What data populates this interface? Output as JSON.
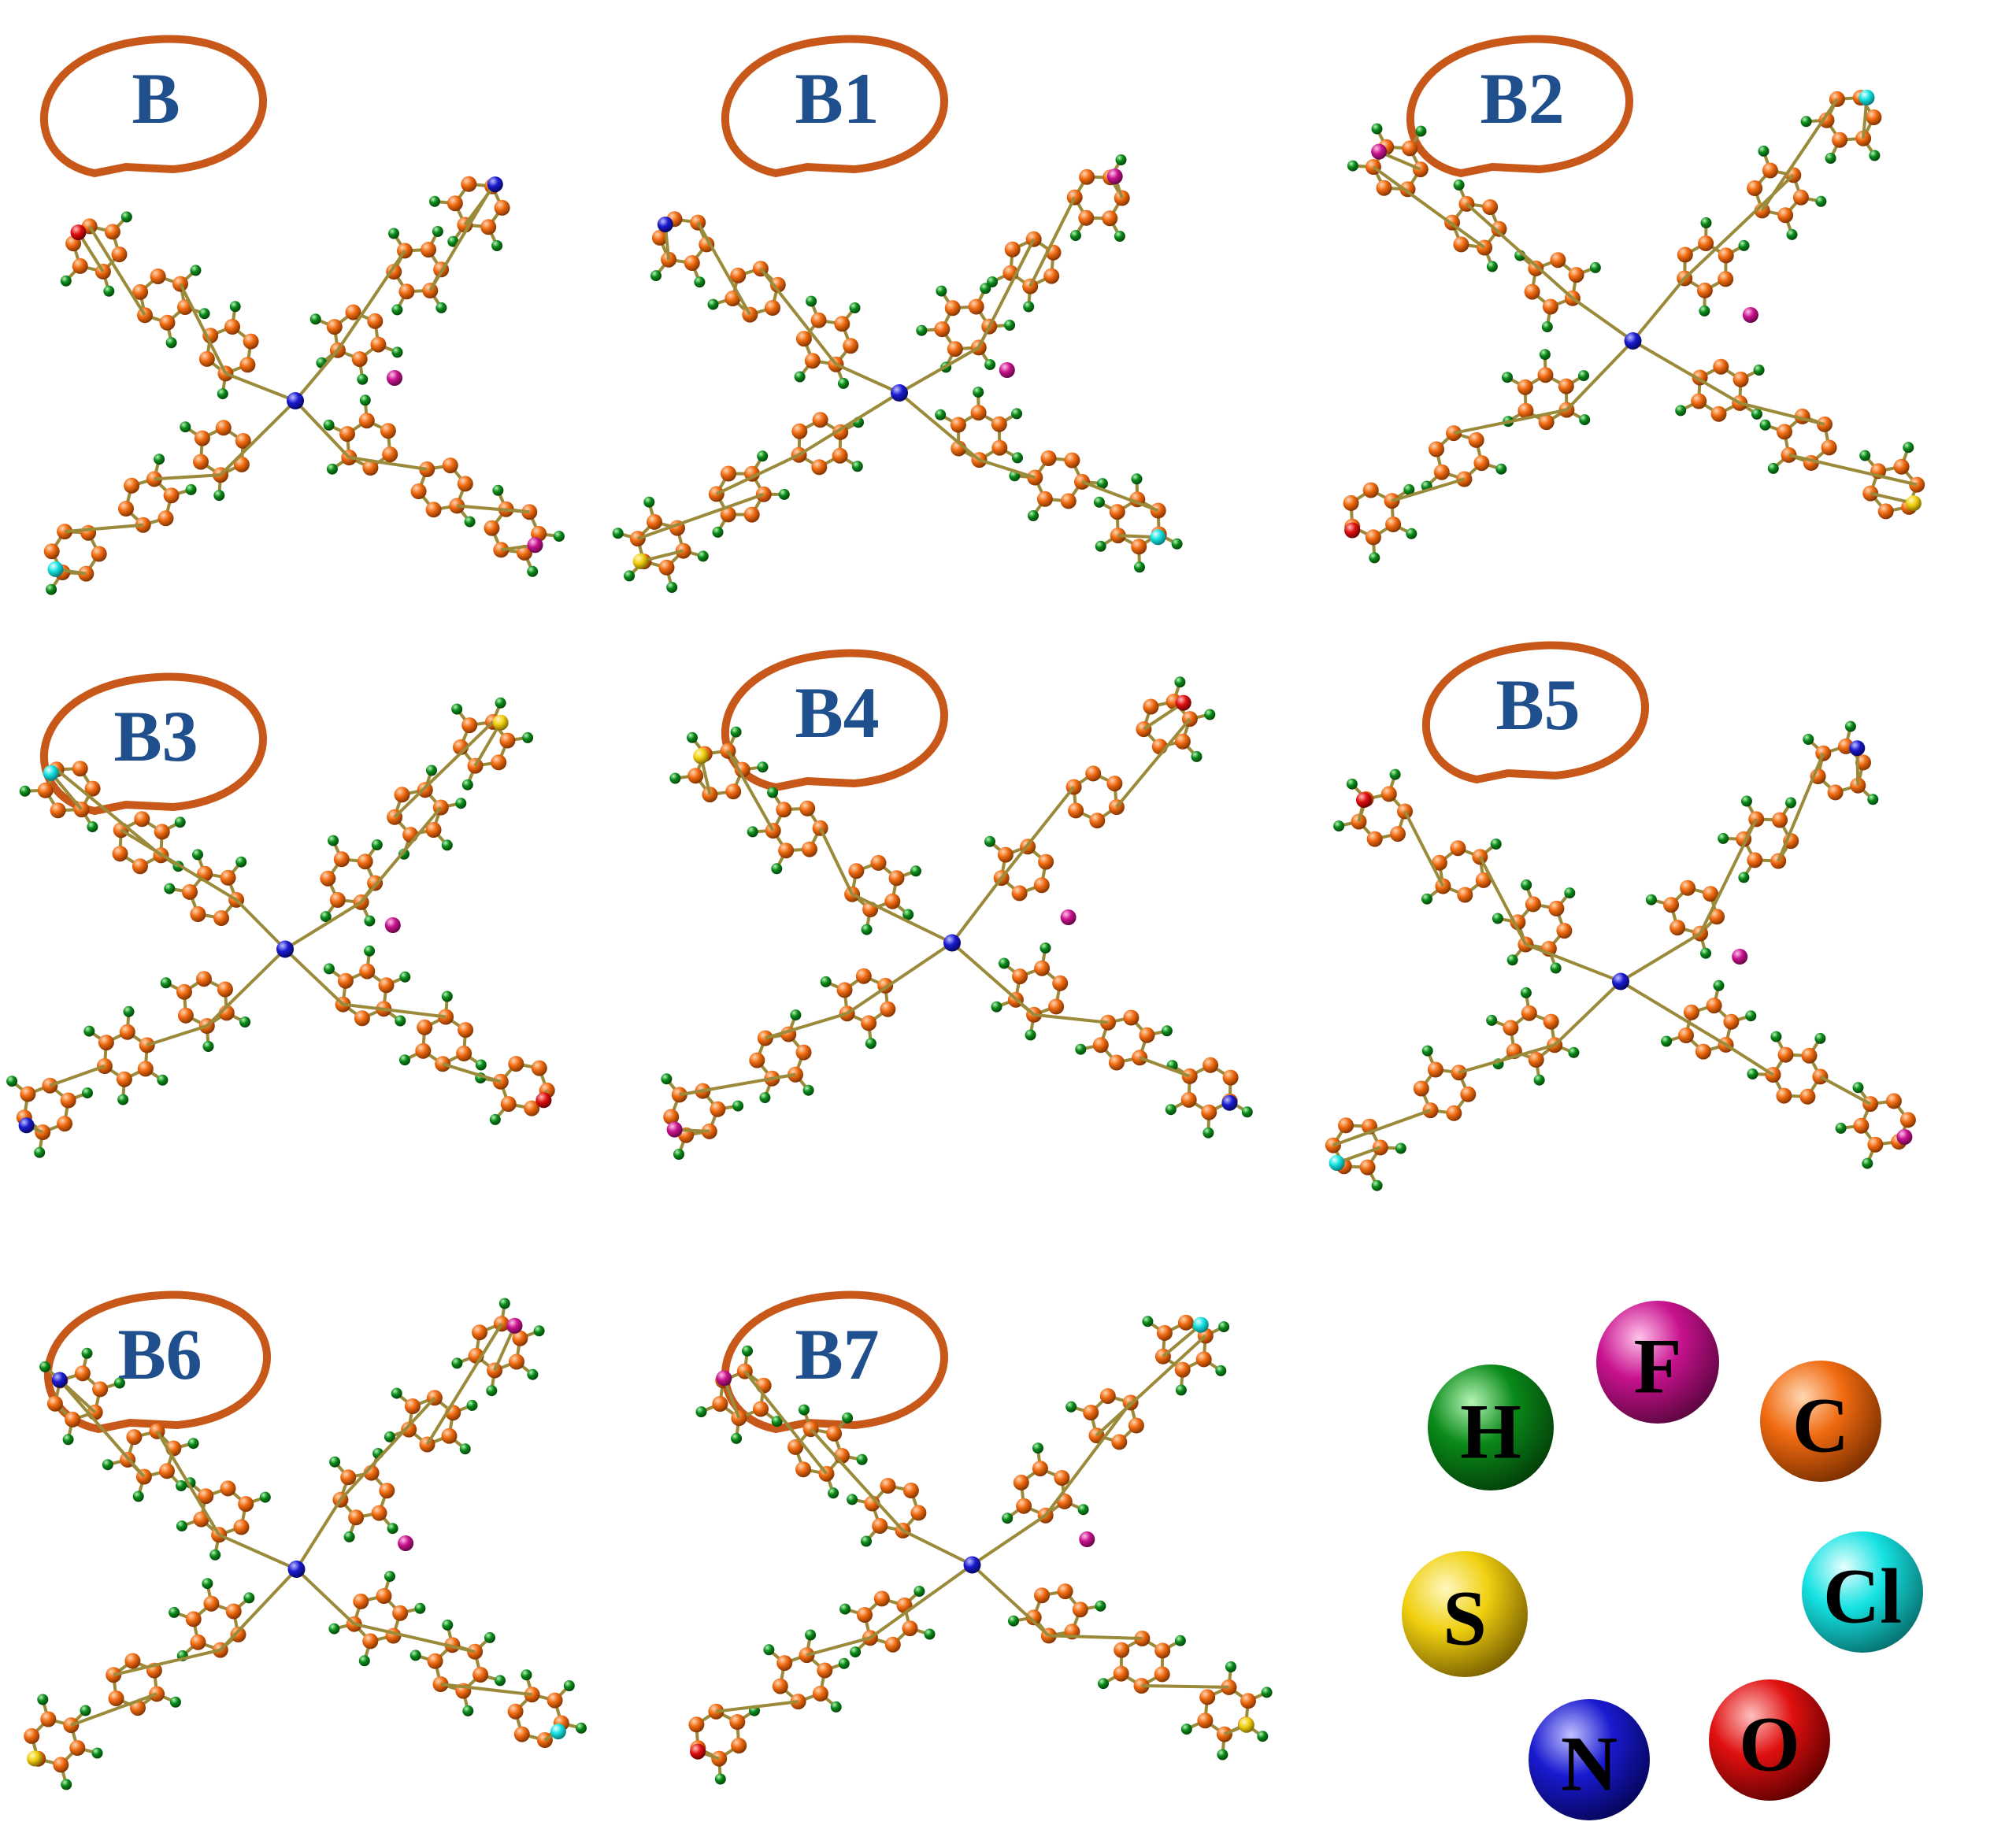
{
  "structures": [
    {
      "label": "B"
    },
    {
      "label": "B1"
    },
    {
      "label": "B2"
    },
    {
      "label": "B3"
    },
    {
      "label": "B4"
    },
    {
      "label": "B5"
    },
    {
      "label": "B6"
    },
    {
      "label": "B7"
    }
  ],
  "legend": [
    {
      "symbol": "H",
      "color": "#0a8a1a"
    },
    {
      "symbol": "F",
      "color": "#c8128e"
    },
    {
      "symbol": "C",
      "color": "#f06a10"
    },
    {
      "symbol": "Cl",
      "color": "#16e2e2"
    },
    {
      "symbol": "S",
      "color": "#f0d010"
    },
    {
      "symbol": "N",
      "color": "#1a1ad0"
    },
    {
      "symbol": "O",
      "color": "#e01010"
    }
  ],
  "bubble_color": "#c8581a"
}
